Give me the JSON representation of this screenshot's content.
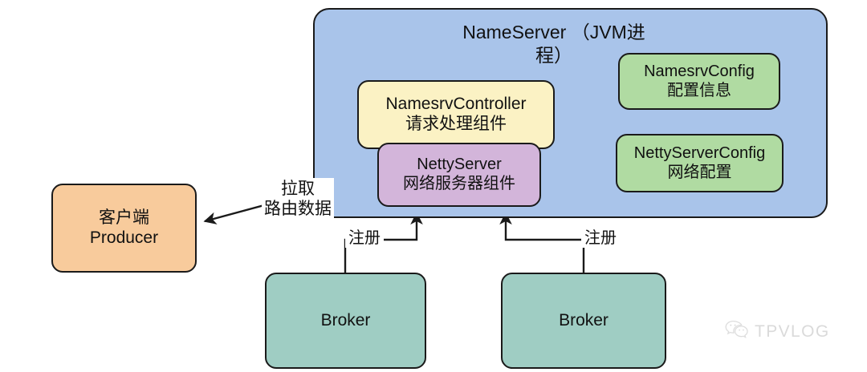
{
  "diagram": {
    "title": "RocketMQ NameServer architecture",
    "container": {
      "name": "NameServer",
      "title_line1": "NameServer",
      "title_line2": "（JVM进程）",
      "color": "#a9c4ea"
    },
    "nodes": [
      {
        "id": "namesrv-controller",
        "line1": "NamesrvController",
        "line2": "请求处理组件",
        "color": "#fbf2c4"
      },
      {
        "id": "netty-server",
        "line1": "NettyServer",
        "line2": "网络服务器组件",
        "color": "#d3b5da"
      },
      {
        "id": "namesrv-config",
        "line1": "NamesrvConfig",
        "line2": "配置信息",
        "color": "#b0dba2"
      },
      {
        "id": "netty-server-config",
        "line1": "NettyServerConfig",
        "line2": "网络配置",
        "color": "#b0dba2"
      },
      {
        "id": "client-producer",
        "line1": "客户端",
        "line2": "Producer",
        "color": "#f8cb9c"
      },
      {
        "id": "broker-1",
        "line1": "Broker",
        "line2": "",
        "color": "#9fcdc3"
      },
      {
        "id": "broker-2",
        "line1": "Broker",
        "line2": "",
        "color": "#9fcdc3"
      }
    ],
    "edges": [
      {
        "id": "pull-route-data",
        "from": "netty-server",
        "to": "client-producer",
        "label_line1": "拉取",
        "label_line2": "路由数据"
      },
      {
        "id": "register-1",
        "from": "broker-1",
        "to": "netty-server",
        "label_line1": "注册",
        "label_line2": ""
      },
      {
        "id": "register-2",
        "from": "broker-2",
        "to": "netty-server",
        "label_line1": "注册",
        "label_line2": ""
      },
      {
        "id": "namesrv-config-to-controller",
        "from": "namesrv-config",
        "to": "namesrv-controller",
        "label_line1": "",
        "label_line2": ""
      },
      {
        "id": "netty-server-config-to-controller",
        "from": "netty-server-config",
        "to": "namesrv-controller",
        "label_line1": "",
        "label_line2": ""
      }
    ],
    "watermark": {
      "text": "TPVLOG",
      "icon": "wechat-icon",
      "color": "#d9d9d9"
    },
    "stroke_color": "#1a1a1a"
  }
}
